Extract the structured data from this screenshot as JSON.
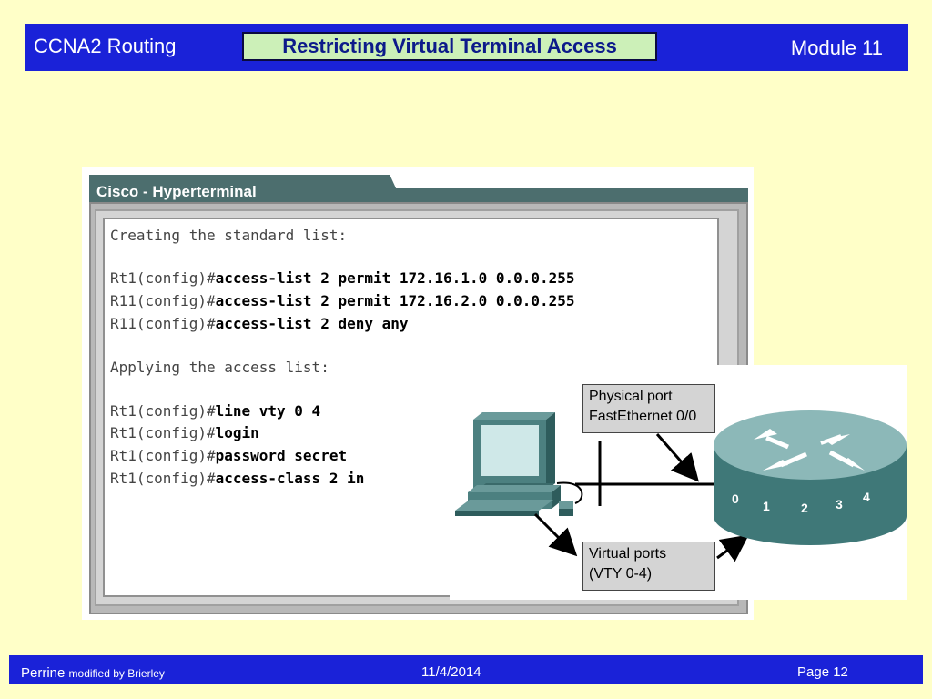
{
  "header": {
    "course": "CCNA2 Routing",
    "title": "Restricting Virtual Terminal Access",
    "module": "Module 11"
  },
  "terminal": {
    "window_title": "Cisco - Hyperterminal",
    "lines": [
      {
        "prompt": "Creating the standard list:",
        "cmd": ""
      },
      {
        "prompt": "Rt1(config)#",
        "cmd": "access-list 2 permit 172.16.1.0 0.0.0.255"
      },
      {
        "prompt": "R11(config)#",
        "cmd": "access-list 2 permit 172.16.2.0 0.0.0.255"
      },
      {
        "prompt": "R11(config)#",
        "cmd": "access-list 2 deny any"
      },
      {
        "prompt": "Applying the access list:",
        "cmd": ""
      },
      {
        "prompt": "Rt1(config)#",
        "cmd": "line vty 0 4"
      },
      {
        "prompt": "Rt1(config)#",
        "cmd": "login"
      },
      {
        "prompt": "Rt1(config)#",
        "cmd": "password secret"
      },
      {
        "prompt": "Rt1(config)#",
        "cmd": "access-class 2 in"
      }
    ]
  },
  "diagram": {
    "physical_line1": "Physical port",
    "physical_line2": "FastEthernet 0/0",
    "virtual_line1": "Virtual ports",
    "virtual_line2": "(VTY 0-4)",
    "ports": [
      "0",
      "1",
      "2",
      "3",
      "4"
    ]
  },
  "footer": {
    "author": "Perrine",
    "modified": "modified by Brierley",
    "date": "11/4/2014",
    "page": "Page 12"
  }
}
